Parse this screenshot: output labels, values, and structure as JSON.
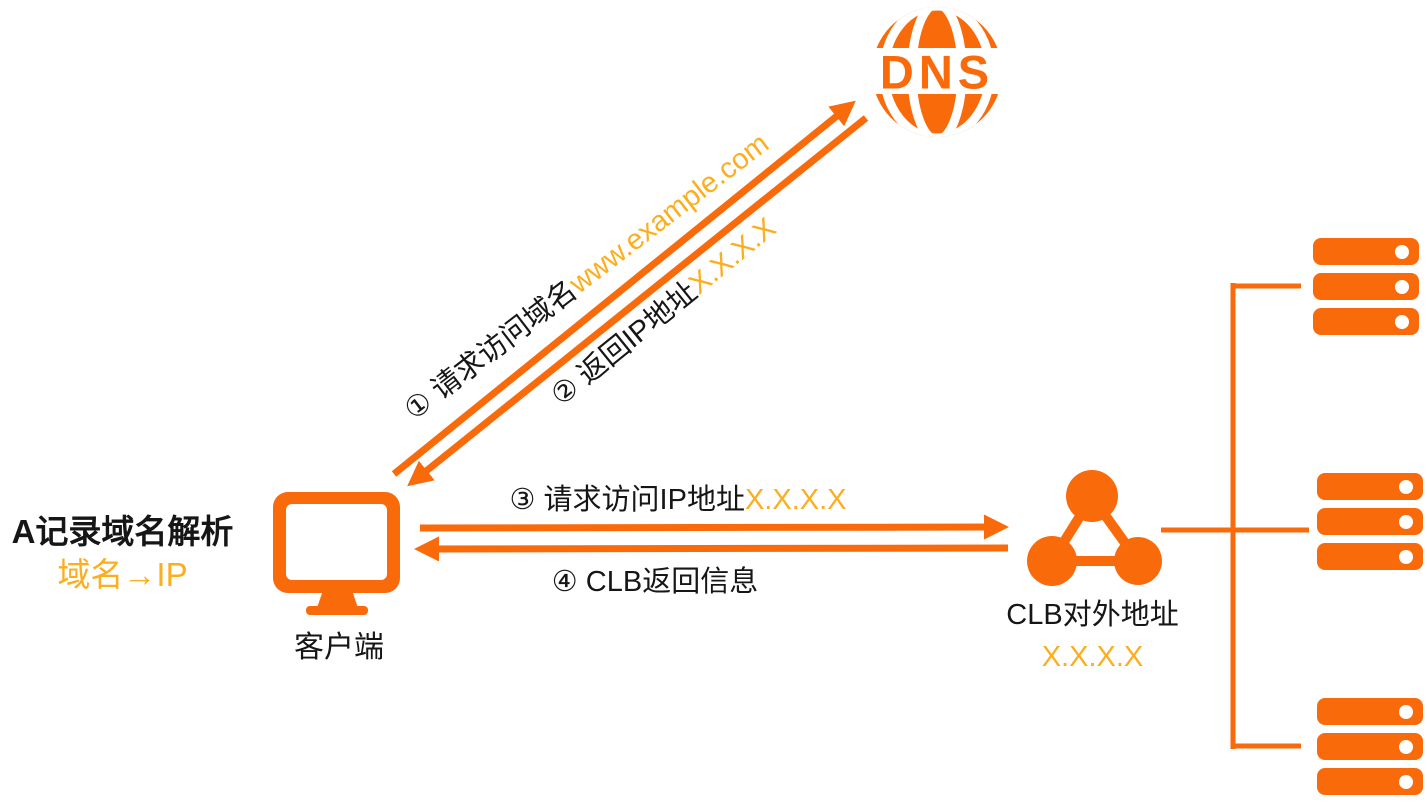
{
  "colors": {
    "orange": "#F96A0B",
    "amber": "#FCAE1E",
    "text": "#161616"
  },
  "annotation": {
    "title": "A记录域名解析",
    "subtitle": "域名→IP"
  },
  "dns": {
    "label": "DNS"
  },
  "client": {
    "label": "客户端"
  },
  "clb": {
    "label": "CLB对外地址",
    "address": "X.X.X.X"
  },
  "steps": {
    "step1": {
      "text": "① 请求访问域名",
      "highlight": "www.example.com"
    },
    "step2": {
      "text": "② 返回IP地址",
      "highlight": "X.X.X.X"
    },
    "step3": {
      "text": "③ 请求访问IP地址",
      "highlight": "X.X.X.X"
    },
    "step4": {
      "text": "④ CLB返回信息"
    }
  }
}
